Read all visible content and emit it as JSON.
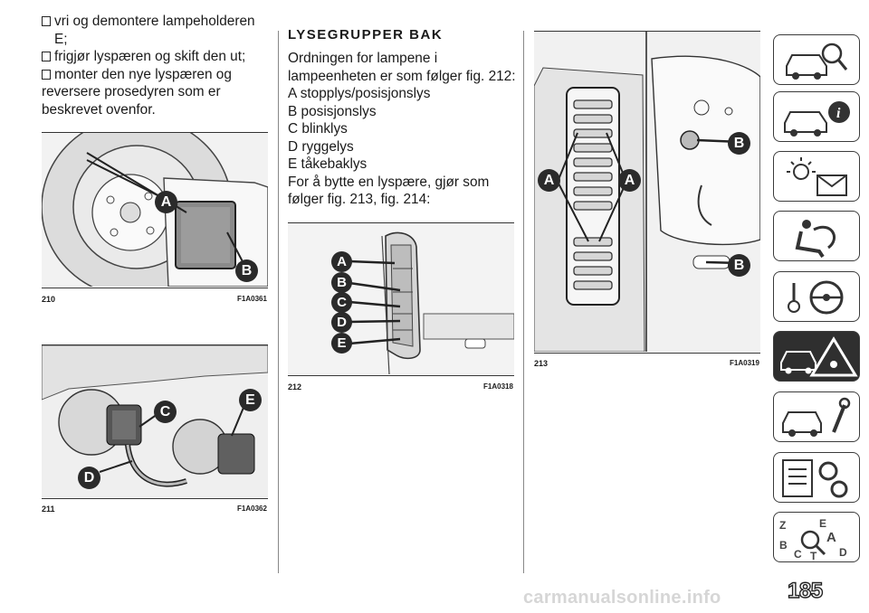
{
  "left_column": {
    "bullets": [
      "vri og demontere lampeholderen E;",
      "frigjør lyspæren og skift den ut;",
      "monter den nye lyspæren og"
    ],
    "continuation": "reversere prosedyren som er beskrevet ovenfor."
  },
  "section": {
    "heading": "LYSEGRUPPER BAK",
    "intro": "Ordningen for lampene i lampeenheten er som følger fig. 212:",
    "items": [
      "A stopplys/posisjonslys",
      "B posisjonslys",
      "C blinklys",
      "D ryggelys",
      "E tåkebaklys"
    ],
    "instruction": "For å bytte en lyspære, gjør som følger fig. 213, fig. 214:"
  },
  "figures": {
    "fig210": {
      "number": "210",
      "code": "F1A0361",
      "markers": [
        "A",
        "B"
      ]
    },
    "fig211": {
      "number": "211",
      "code": "F1A0362",
      "markers": [
        "E",
        "C",
        "D"
      ]
    },
    "fig212": {
      "number": "212",
      "code": "F1A0318",
      "markers": [
        "A",
        "B",
        "C",
        "D",
        "E"
      ]
    },
    "fig213": {
      "number": "213",
      "code": "F1A0319",
      "markers": [
        "B",
        "A",
        "A",
        "B"
      ]
    }
  },
  "sidebar": {
    "tabs": [
      {
        "icon": "car-search-icon",
        "active": false
      },
      {
        "icon": "car-info-icon",
        "active": false
      },
      {
        "icon": "warning-light-message-icon",
        "active": false
      },
      {
        "icon": "seat-airbag-icon",
        "active": false
      },
      {
        "icon": "steering-wheel-key-icon",
        "active": false
      },
      {
        "icon": "breakdown-warning-triangle-icon",
        "active": true
      },
      {
        "icon": "car-maintenance-wrench-icon",
        "active": false
      },
      {
        "icon": "technical-data-gears-icon",
        "active": false
      },
      {
        "icon": "alphabetical-index-icon",
        "active": false
      }
    ],
    "index_letters": [
      "Z",
      "E",
      "A",
      "B",
      "C",
      "T",
      "D"
    ]
  },
  "page_number": "185",
  "watermark": "carmanualsonline.info",
  "colors": {
    "text": "#1a1a1a",
    "tab_border": "#3b3b3b",
    "active_tab": "#2f2f2f"
  }
}
